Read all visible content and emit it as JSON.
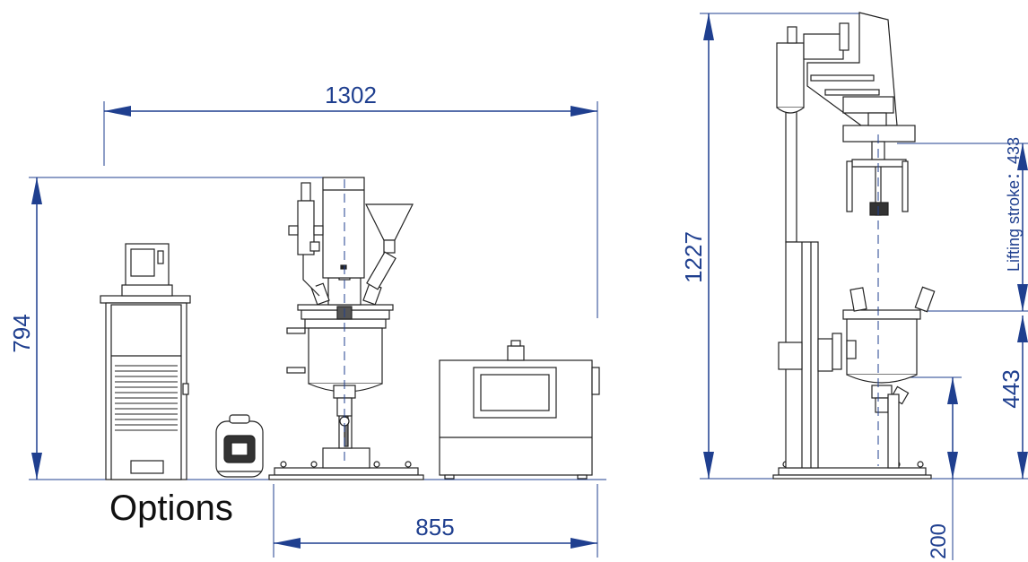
{
  "colors": {
    "dimension": "#1f3f8f",
    "outline": "#222222",
    "background": "#ffffff"
  },
  "front_view": {
    "width_overall": "1302",
    "height_overall": "794",
    "width_reactor": "855",
    "options_label": "Options"
  },
  "side_view": {
    "height_overall": "1227",
    "lifting_stroke": "Lifting stroke：433",
    "height_vessel": "443",
    "height_outlet": "200"
  }
}
